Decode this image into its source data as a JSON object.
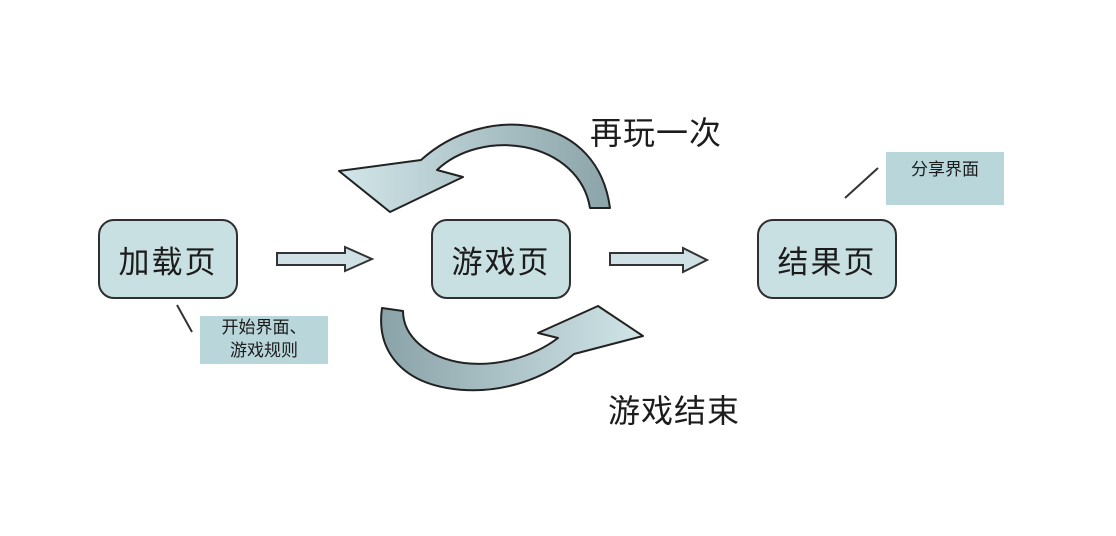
{
  "colors": {
    "background": "#ffffff",
    "node_fill": "#c9e0e3",
    "node_border": "#2f2f2f",
    "annotation_fill": "#b9d7db",
    "straight_arrow_fill": "#cfe1e4",
    "arrow_outline": "#333333",
    "curve_gradient_light": "#d2e6e9",
    "curve_gradient_dark": "#8aa3a8",
    "text": "#1c1c1c"
  },
  "nodes": [
    {
      "id": "loading-page",
      "label": "加载页"
    },
    {
      "id": "game-page",
      "label": "游戏页"
    },
    {
      "id": "result-page",
      "label": "结果页"
    }
  ],
  "flow_labels": {
    "replay": "再玩一次",
    "game_over": "游戏结束"
  },
  "annotations": {
    "loading_note": {
      "line1": "开始界面、",
      "line2": "游戏规则"
    },
    "result_note": {
      "label": "分享界面"
    }
  }
}
